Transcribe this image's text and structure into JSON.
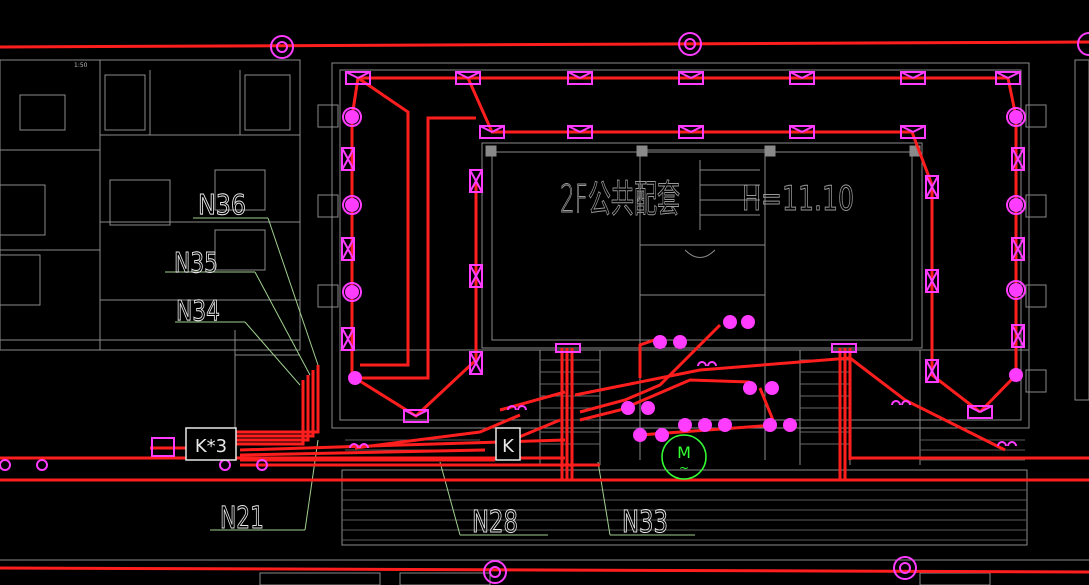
{
  "labels": {
    "room_title": "2F公共配套",
    "elevation": "H=11.10",
    "scale_mark": "1:50",
    "circuits": [
      "N36",
      "N35",
      "N34",
      "N21",
      "N28",
      "N33"
    ],
    "panel_main": "K*3",
    "panel_sub": "K",
    "motor": "M",
    "motor_sub": "~"
  },
  "colors": {
    "background": "#000000",
    "wiring": "#ff1e1e",
    "fixture": "#ff3cff",
    "walls": "#8a8a8a",
    "leader_green": "#9fd08f",
    "motor_green": "#33ff33",
    "text_white": "#e8e8e8"
  }
}
